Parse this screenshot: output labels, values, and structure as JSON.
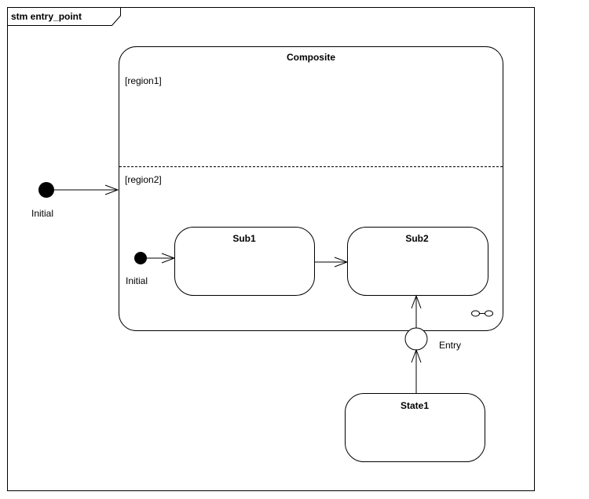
{
  "frame": {
    "title": "stm entry_point"
  },
  "composite": {
    "name": "Composite",
    "region1": "[region1]",
    "region2": "[region2]",
    "decomposition_icon": "infinity-icon"
  },
  "initial_outer": {
    "label": "Initial"
  },
  "initial_inner": {
    "label": "Initial"
  },
  "sub1": {
    "name": "Sub1"
  },
  "sub2": {
    "name": "Sub2"
  },
  "entry": {
    "label": "Entry"
  },
  "state1": {
    "name": "State1"
  }
}
